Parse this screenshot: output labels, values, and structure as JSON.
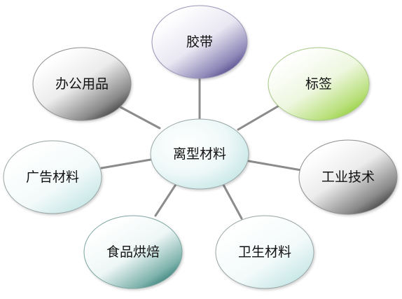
{
  "diagram": {
    "center": {
      "label": "离型材料"
    },
    "nodes": [
      {
        "id": "jiaodai",
        "label": "胶带"
      },
      {
        "id": "biaoqian",
        "label": "标签"
      },
      {
        "id": "gongye",
        "label": "工业技术"
      },
      {
        "id": "weisheng",
        "label": "卫生材料"
      },
      {
        "id": "shipin",
        "label": "食品烘焙"
      },
      {
        "id": "guanggao",
        "label": "广告材料"
      },
      {
        "id": "bangong",
        "label": "办公用品"
      }
    ]
  },
  "colors": {
    "connector": "#8c8c8c",
    "center_light": "#ffffff",
    "center_dark": "#bfe3e3",
    "purple": "#3b3478",
    "green": "#8ccc2c",
    "dark_gray": "#2b2b2b",
    "teal": "#1d6d66",
    "light_teal": "#bfe3e3",
    "outline": "#9aa6a6"
  }
}
